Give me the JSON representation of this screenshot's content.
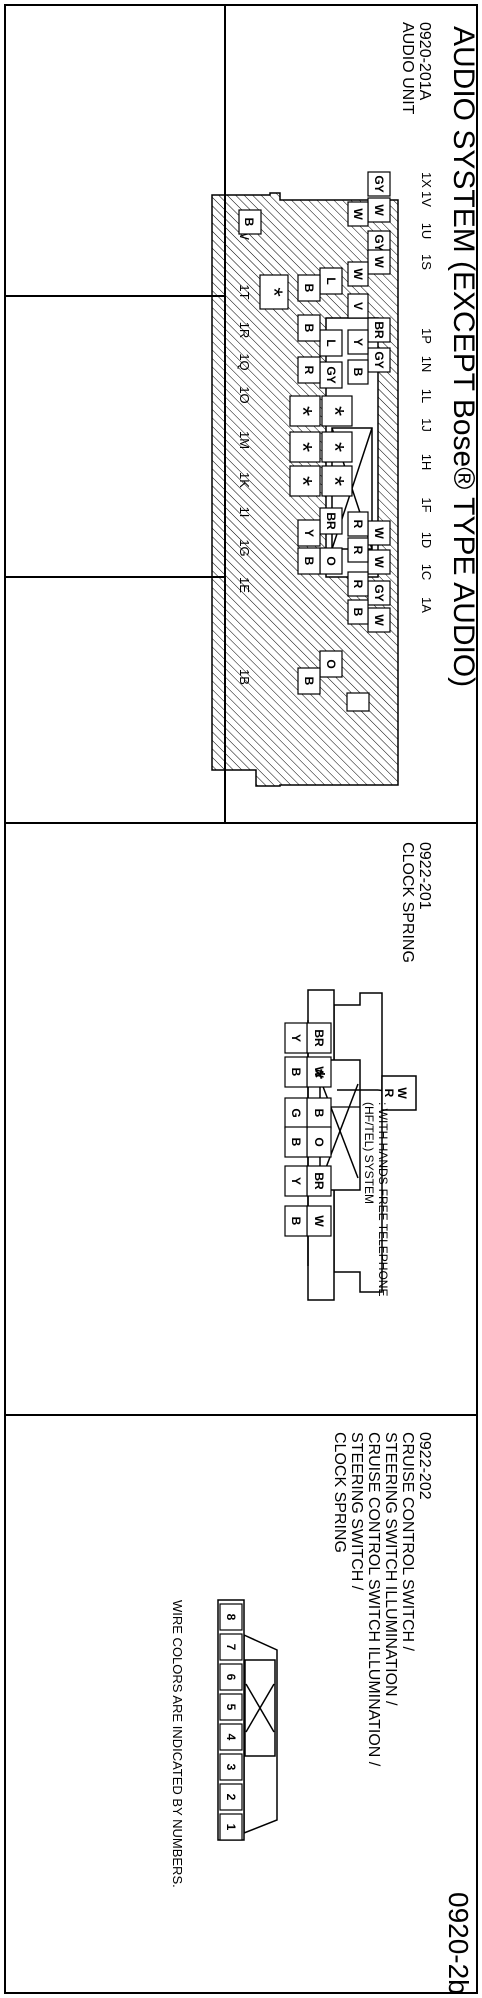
{
  "title": "AUDIO SYSTEM (EXCEPT Bose® TYPE AUDIO)",
  "page_code": "0920-2b",
  "audio_unit": {
    "code": "0920-201A",
    "name": "AUDIO UNIT",
    "bottom_pins": [
      "1W",
      "1T",
      "1R",
      "1Q",
      "1O",
      "1M",
      "1K",
      "1I",
      "1G",
      "1E",
      "1B"
    ],
    "top_pins": [
      "1X",
      "1V",
      "1U",
      "1S",
      "1P",
      "1N",
      "1L",
      "1J",
      "1H",
      "1F",
      "1D",
      "1C",
      "1A"
    ],
    "top_row": [
      "GY",
      "W",
      "GY",
      "W",
      "BR",
      "GY",
      "W",
      "W",
      "GY",
      "W"
    ],
    "mid_row": [
      "W",
      "W",
      "V",
      "Y",
      "B",
      "R",
      "R",
      "R",
      "B"
    ],
    "low_row": [
      "L",
      "L",
      "GY",
      "BR",
      "O",
      "O"
    ],
    "bot_row": [
      "B",
      "B",
      "R",
      "Y",
      "B",
      "B"
    ],
    "wide_pins": [
      "B",
      "*"
    ],
    "star": "*"
  },
  "clock_spring": {
    "code": "0922-201",
    "name": "CLOCK SPRING",
    "upper": [
      "BR",
      "W",
      "B",
      "O",
      "BR",
      "W"
    ],
    "lower": [
      "Y",
      "B",
      "G",
      "B",
      "Y",
      "B"
    ],
    "star": "*",
    "callout_top": "W",
    "callout_bottom": "R",
    "note": ": WITH HANDS-FREE TELEPHONE",
    "note2": "(HF/TEL) SYSTEM"
  },
  "cruise": {
    "code": "0922-202",
    "lines": [
      "CRUISE CONTROL SWITCH /",
      "STEERING SWITCH ILLUMINATION /",
      "CRUISE CONTROL SWITCH ILLUMINATION /",
      "STEERING SWITCH /",
      "CLOCK SPRING"
    ],
    "pins": [
      "8",
      "7",
      "6",
      "5",
      "4",
      "3",
      "2",
      "1"
    ],
    "note": "WIRE COLORS ARE INDICATED BY NUMBERS."
  }
}
